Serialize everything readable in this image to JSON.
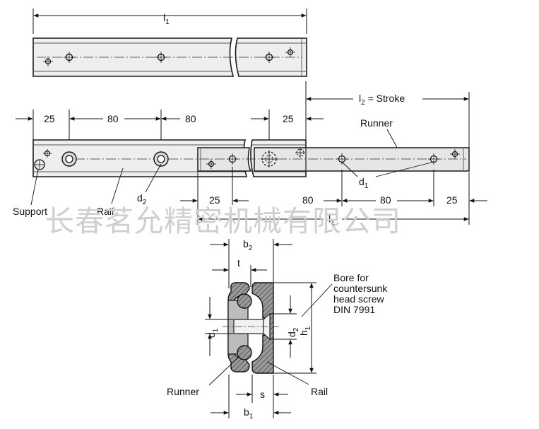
{
  "watermark": "长春茗允精密机械有限公司",
  "colors": {
    "rail_fill": "#eeeeee",
    "runner_fill": "#e6e6e6",
    "line": "#1a1a1a",
    "watermark": "#cfcfcf"
  },
  "top_rail": {
    "length_label": {
      "main": "l",
      "sub": "1"
    }
  },
  "side_view": {
    "stroke_label": {
      "main": "l",
      "sub": "2",
      "rest": " = Stroke"
    },
    "runner_label": "Runner",
    "rail_label": "Rail",
    "support_label": "Support",
    "d1_label": {
      "main": "d",
      "sub": "1"
    },
    "d2_label": {
      "main": "d",
      "sub": "2"
    },
    "upper_dims": {
      "left_end": "25",
      "pitch_a": "80",
      "pitch_b": "80",
      "right_end": "25"
    },
    "lower_dims": {
      "left_end": "25",
      "pitch_a": "80",
      "pitch_b": "80",
      "right_end": "25"
    },
    "runner_length_label": {
      "main": "l",
      "sub": "1"
    }
  },
  "cross_section": {
    "b2_label": {
      "main": "b",
      "sub": "2"
    },
    "t_label": "t",
    "d1_label": {
      "main": "d",
      "sub": "1"
    },
    "d2_label": {
      "main": "d",
      "sub": "2"
    },
    "h1_label": {
      "main": "h",
      "sub": "1"
    },
    "s_label": "s",
    "b1_label": {
      "main": "b",
      "sub": "1"
    },
    "runner_label": "Runner",
    "rail_label": "Rail",
    "bore_note": [
      "Bore for",
      "countersunk",
      "head screw",
      "DIN 7991"
    ]
  }
}
